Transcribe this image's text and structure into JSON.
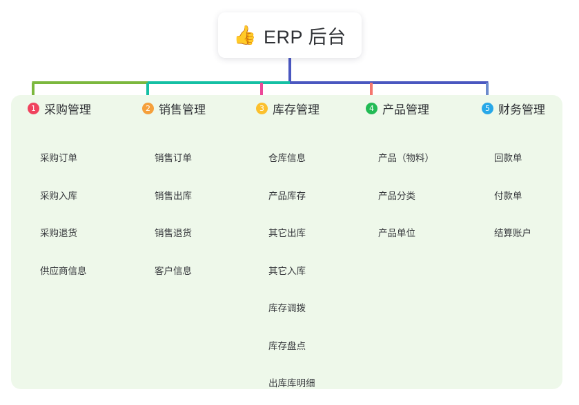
{
  "root": {
    "icon": "thumbs-up-emoji",
    "icon_glyph": "👍",
    "title": "ERP 后台"
  },
  "colors": {
    "panel_bg": "#eef8ea",
    "page_bg": "#ffffff",
    "root_stem": "#4a57c0",
    "bus_left": "#7cb83e",
    "bus_mid": "#15c0a4",
    "bus_right": "#4a57c0",
    "col1": "#7cb83e",
    "col2": "#15c0a4",
    "col3": "#ec4899",
    "col4": "#f4766e",
    "col5": "#6d8ccd",
    "badge1": "#f0435e",
    "badge2": "#f5a03c",
    "badge3": "#fbc02d",
    "badge4": "#22bb55",
    "badge5": "#28a8e8",
    "text": "#2f3135"
  },
  "columns": [
    {
      "index": "1",
      "title": "采购管理",
      "badge_color": "#f0435e",
      "line_color": "#7cb83e",
      "items": [
        "采购订单",
        "采购入库",
        "采购退货",
        "供应商信息"
      ]
    },
    {
      "index": "2",
      "title": "销售管理",
      "badge_color": "#f5a03c",
      "line_color": "#15c0a4",
      "items": [
        "销售订单",
        "销售出库",
        "销售退货",
        "客户信息"
      ]
    },
    {
      "index": "3",
      "title": "库存管理",
      "badge_color": "#fbc02d",
      "line_color": "#ec4899",
      "items": [
        "仓库信息",
        "产品库存",
        "其它出库",
        "其它入库",
        "库存调拨",
        "库存盘点",
        "出库库明细"
      ]
    },
    {
      "index": "4",
      "title": "产品管理",
      "badge_color": "#22bb55",
      "line_color": "#f4766e",
      "items": [
        "产品（物料）",
        "产品分类",
        "产品单位"
      ]
    },
    {
      "index": "5",
      "title": "财务管理",
      "badge_color": "#28a8e8",
      "line_color": "#6d8ccd",
      "items": [
        "回款单",
        "付款单",
        "结算账户"
      ]
    }
  ]
}
